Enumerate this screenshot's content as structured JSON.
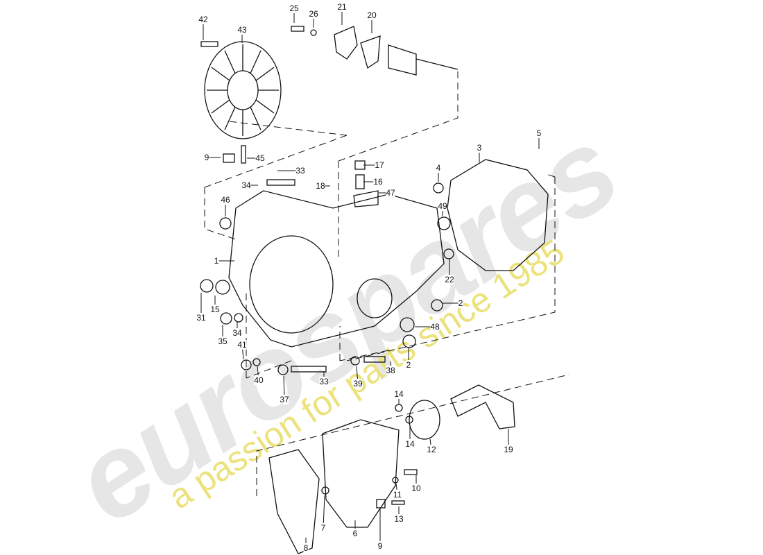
{
  "diagram": {
    "watermark": {
      "brand": "eurospares",
      "tagline": "a passion for parts since 1985"
    },
    "colors": {
      "line": "#111111",
      "watermark_grey": "#c8c8c8",
      "watermark_yellow": "#efe57a"
    },
    "callouts": [
      "42",
      "43",
      "25",
      "26",
      "21",
      "20",
      "5",
      "3",
      "4",
      "17",
      "16",
      "18",
      "47",
      "33",
      "34",
      "46",
      "49",
      "9",
      "45",
      "1",
      "22",
      "2",
      "31",
      "15",
      "34",
      "35",
      "41",
      "40",
      "48",
      "2",
      "33",
      "39",
      "38",
      "37",
      "14",
      "14",
      "12",
      "19",
      "10",
      "11",
      "13",
      "7",
      "6",
      "9",
      "8"
    ]
  }
}
